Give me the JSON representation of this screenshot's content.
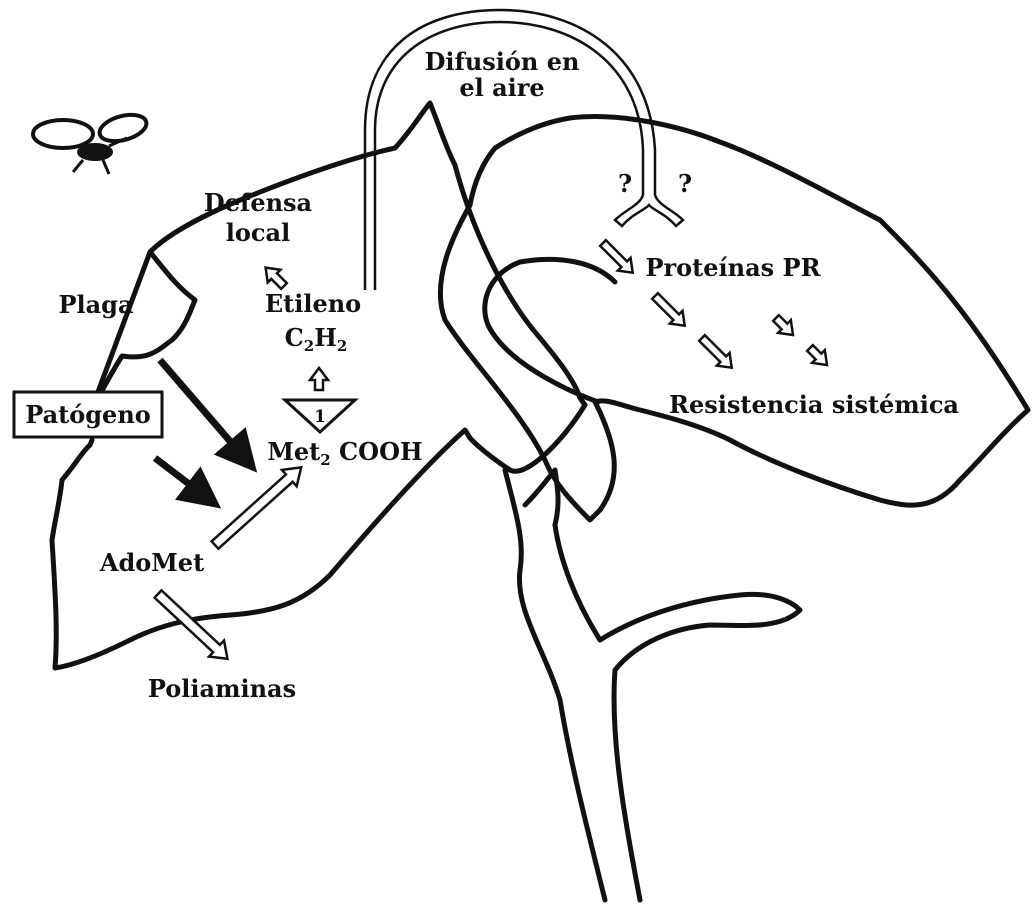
{
  "diagram": {
    "labels": {
      "diffusion_line1": "Difusión en",
      "diffusion_line2": "el aire",
      "question_left": "?",
      "question_right": "?",
      "defense_line1": "Defensa",
      "defense_line2": "local",
      "pest": "Plaga",
      "ethylene": "Etileno",
      "ethylene_formula_c": "C",
      "ethylene_formula_c_sub": "2",
      "ethylene_formula_h": "H",
      "ethylene_formula_h_sub": "2",
      "enzyme_number": "1",
      "acc_prefix": "Met",
      "acc_sub": "2",
      "acc_suffix": " COOH",
      "pathogen": "Patógeno",
      "adomet": "AdoMet",
      "polyamines": "Poliaminas",
      "pr_proteins": "Proteínas PR",
      "systemic_resistance": "Resistencia sistémica"
    },
    "colors": {
      "ink": "#111111",
      "background": "#ffffff"
    }
  }
}
